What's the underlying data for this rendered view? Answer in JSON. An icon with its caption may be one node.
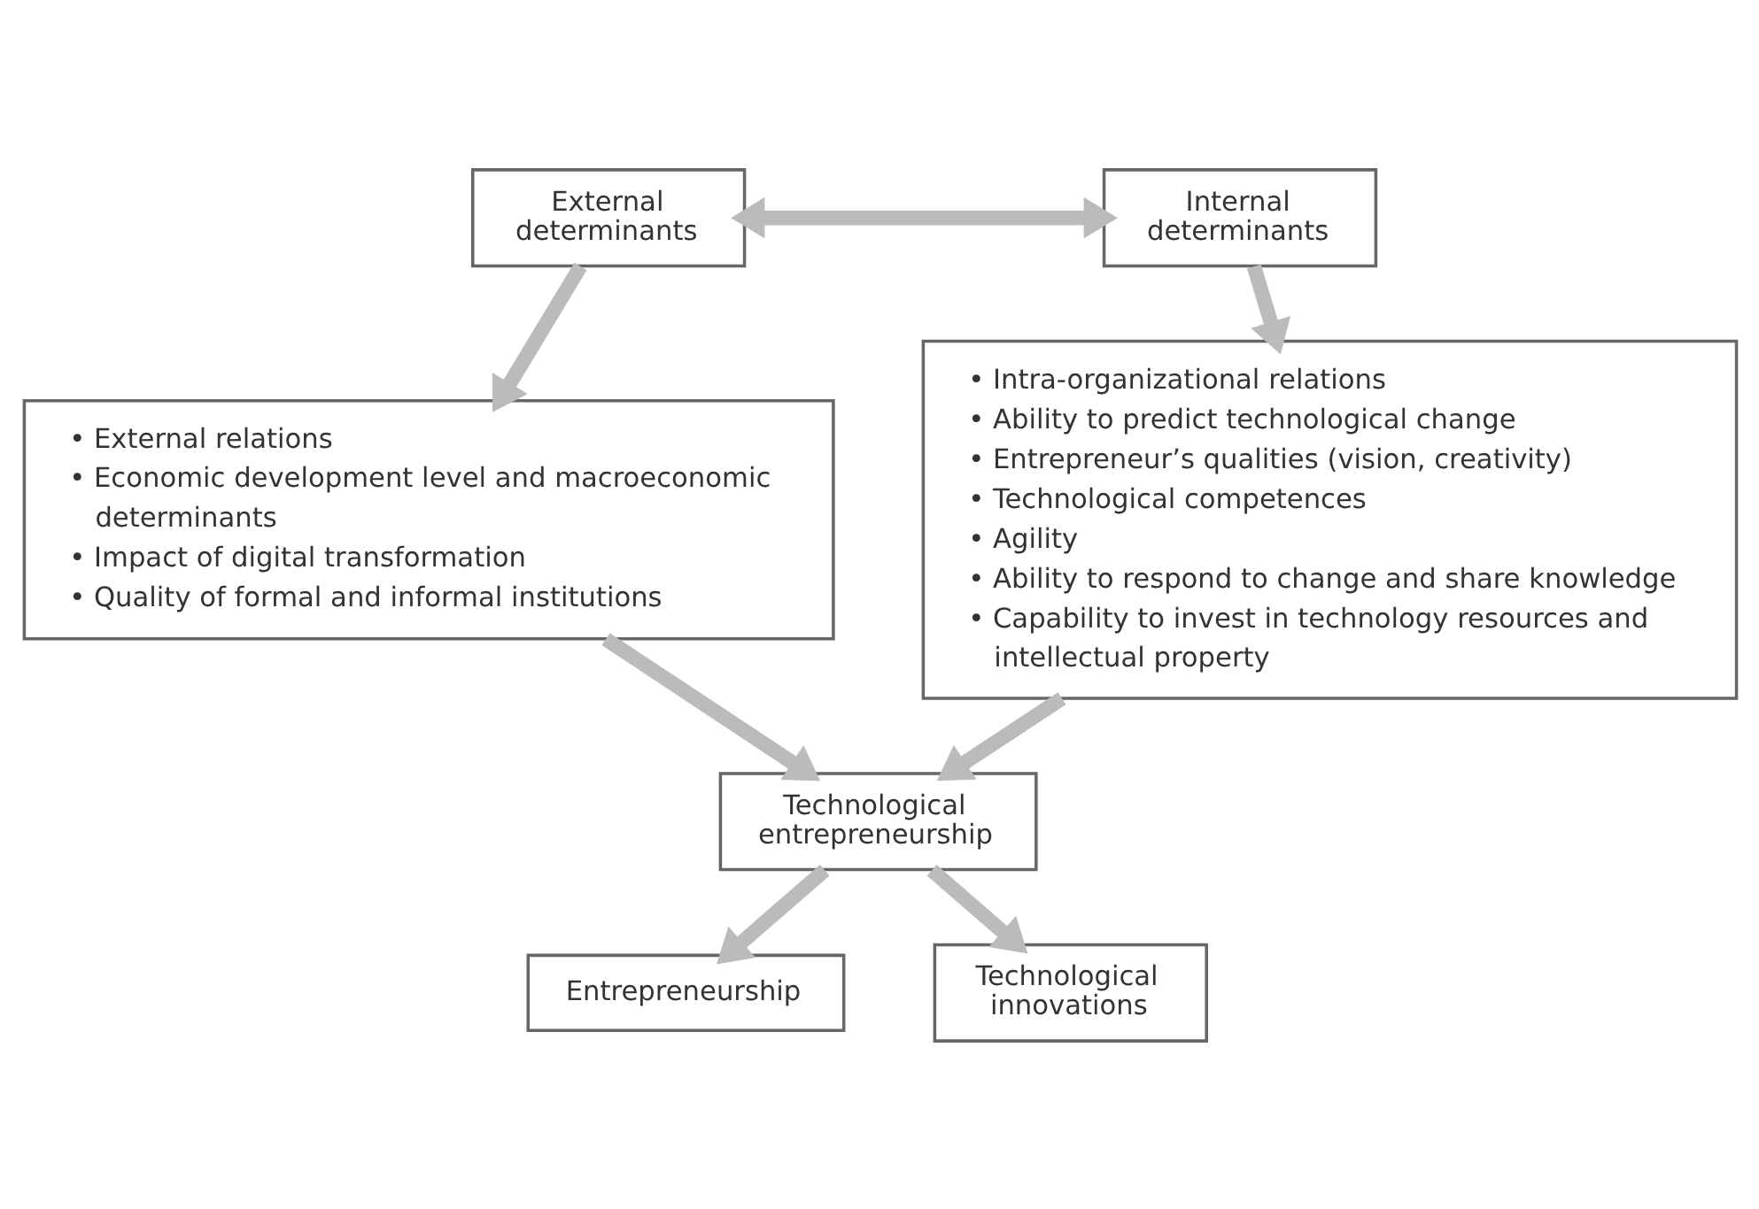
{
  "diagram": {
    "nodes": [
      {
        "text": [
          "External determinants"
        ]
      },
      {
        "text": [
          "Internal determinants"
        ]
      },
      {
        "text": [
          "• External relations",
          "• Economic development level and macroeconomic determinants",
          "• Impact of digital transformation",
          "• Quality of formal and informal institutions"
        ]
      },
      {
        "text": [
          "• Intra-organizational relations",
          "• Ability to predict technological change",
          "• Entrepreneur’s qualities (vision, creativity)",
          "• Technological competences",
          "• Agility",
          "• Ability to respond to change and share knowledge",
          "• Capability to invest in technology resources and intellectual property"
        ]
      },
      {
        "text": [
          "Technological entrepreneurship"
        ]
      },
      {
        "text": [
          "Entrepreneurship"
        ]
      },
      {
        "text": [
          "Technological innovations"
        ]
      }
    ],
    "edges": [
      {
        "from": 0,
        "to": 1,
        "arrow": "both"
      },
      {
        "from": 0,
        "to": 2,
        "arrow": "to"
      },
      {
        "from": 1,
        "to": 3,
        "arrow": "to"
      },
      {
        "from": 2,
        "to": 4,
        "arrow": "to"
      },
      {
        "from": 3,
        "to": 4,
        "arrow": "to"
      },
      {
        "from": 4,
        "to": 5,
        "arrow": "to"
      },
      {
        "from": 4,
        "to": 6,
        "arrow": "to"
      }
    ]
  }
}
